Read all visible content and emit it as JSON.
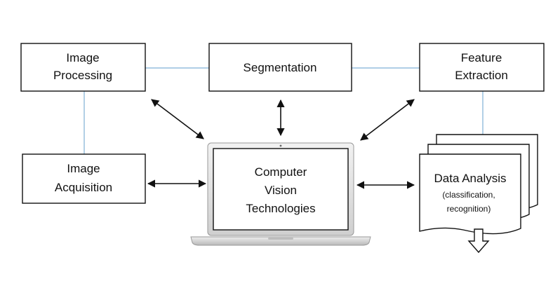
{
  "nodes": {
    "image_processing": [
      "Image",
      "Processing"
    ],
    "segmentation": [
      "Segmentation"
    ],
    "feature_extraction": [
      "Feature",
      "Extraction"
    ],
    "image_acquisition": [
      "Image",
      "Acquisition"
    ],
    "computer_vision": [
      "Computer",
      "Vision",
      "Technologies"
    ],
    "data_analysis": {
      "title": "Data Analysis",
      "subtitle": [
        "(classification,",
        "recognition)"
      ]
    }
  },
  "colors": {
    "connector": "#7fb0d6",
    "outline": "#111111",
    "laptop_body": "#d8d8d8"
  }
}
